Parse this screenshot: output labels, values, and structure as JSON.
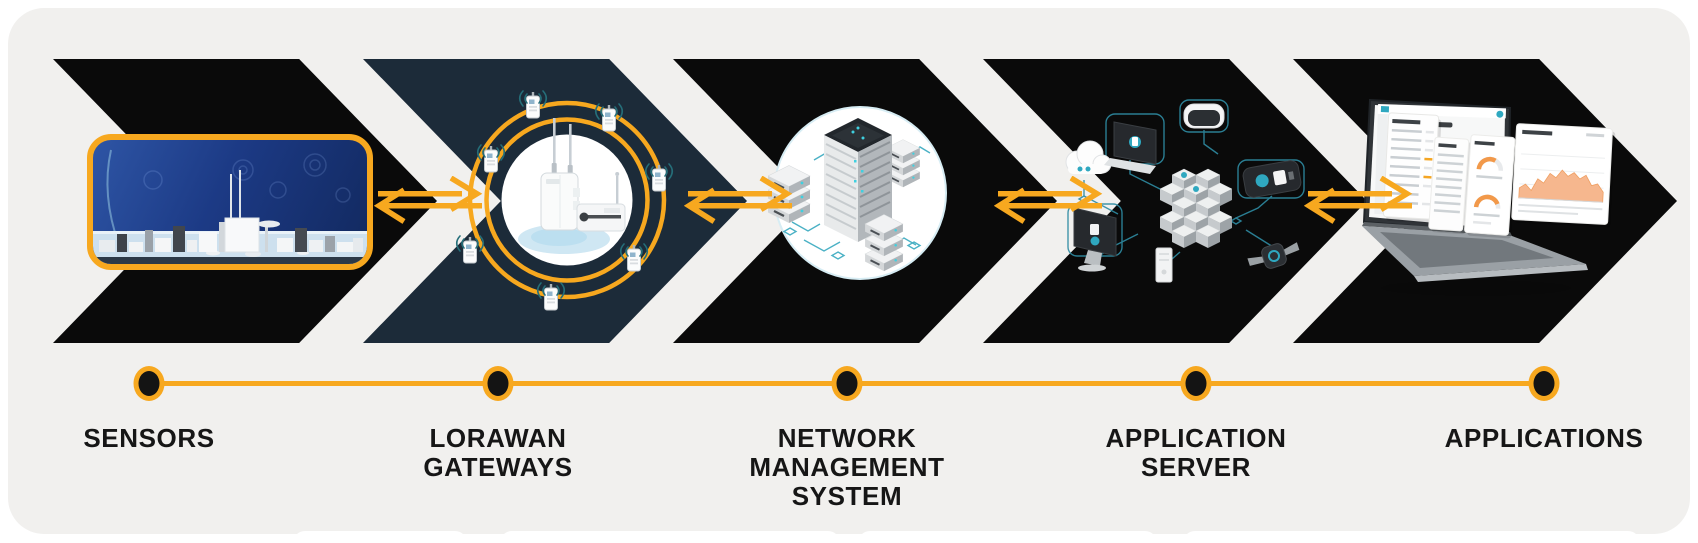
{
  "colors": {
    "accent": "#F7A81F",
    "panel_bg": "#F1F0EE",
    "page_bg": "#FFFFFF",
    "chevron_dark": "#0A0A0A",
    "chevron_navy": "#1C2B39",
    "teal": "#2FA8C0",
    "teal_dark": "#256E79",
    "label_text": "#161616"
  },
  "stages": [
    {
      "id": "sensors",
      "lines": [
        "SENSORS"
      ],
      "illustration": "iot-sensor-devices-photo",
      "chevron_color": "#0A0A0A"
    },
    {
      "id": "lorawan-gateways",
      "lines": [
        "LORAWAN",
        "GATEWAYS"
      ],
      "illustration": "gateway-coverage-rings",
      "chevron_color": "#1C2B39"
    },
    {
      "id": "network-management-system",
      "lines": [
        "NETWORK",
        "MANAGEMENT",
        "SYSTEM"
      ],
      "illustration": "server-rack-cluster",
      "chevron_color": "#0A0A0A"
    },
    {
      "id": "application-server",
      "lines": [
        "APPLICATION",
        "SERVER"
      ],
      "illustration": "connected-devices-network",
      "chevron_color": "#0A0A0A"
    },
    {
      "id": "applications",
      "lines": [
        "APPLICATIONS"
      ],
      "illustration": "laptop-analytics-dashboards",
      "chevron_color": "#0A0A0A"
    }
  ],
  "flow_arrows": {
    "count": 4,
    "style": "double-bar",
    "top_direction": "right",
    "bottom_direction": "left"
  },
  "timeline": {
    "nodes": 5
  }
}
